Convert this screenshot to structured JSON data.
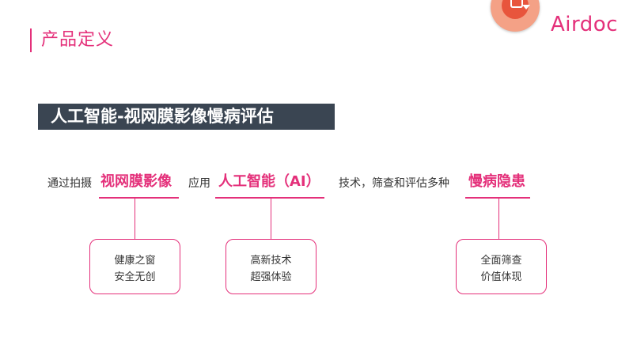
{
  "header": {
    "title": "产品定义",
    "logo_text": "Airdoc"
  },
  "banner": {
    "text": "人工智能-视网膜影像慢病评估"
  },
  "sentence": {
    "part1": "通过拍摄",
    "emph1": "视网膜影像",
    "part2": "应用",
    "emph2": "人工智能（AI）",
    "part3": "技术，筛查和评估多种",
    "emph3": "慢病隐患"
  },
  "boxes": [
    {
      "line1": "健康之窗",
      "line2": "安全无创"
    },
    {
      "line1": "高新技术",
      "line2": "超强体验"
    },
    {
      "line1": "全面筛查",
      "line2": "价值体现"
    }
  ],
  "colors": {
    "accent": "#e4307a",
    "banner_bg": "#3a4552",
    "text": "#333333"
  }
}
